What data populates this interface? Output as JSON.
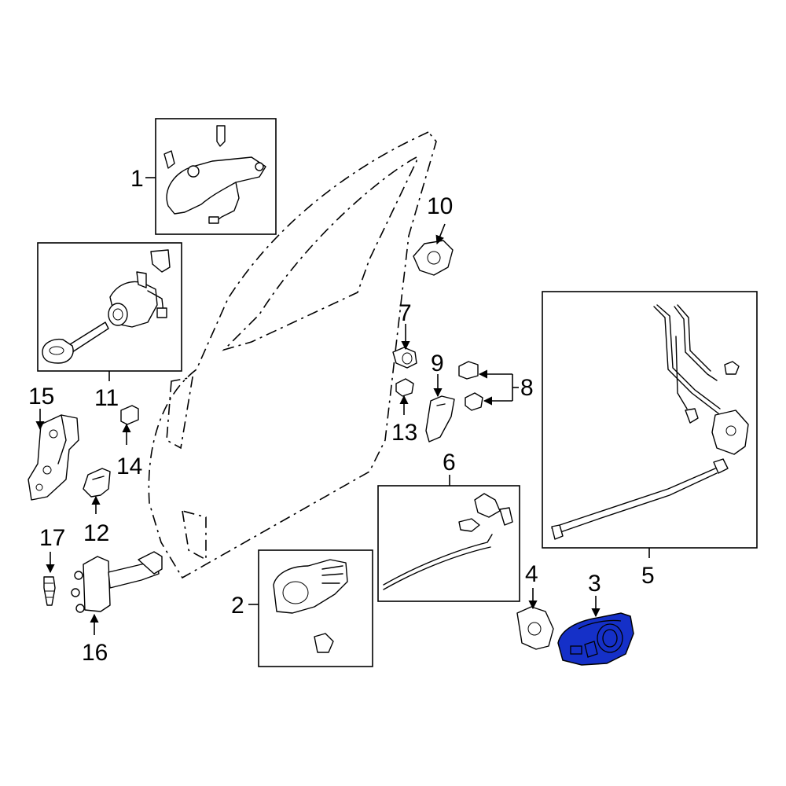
{
  "diagram": {
    "highlight_color": "#1530c8",
    "callouts": {
      "c1": "1",
      "c2": "2",
      "c3": "3",
      "c4": "4",
      "c5": "5",
      "c6": "6",
      "c7": "7",
      "c8": "8",
      "c9": "9",
      "c10": "10",
      "c11": "11",
      "c12": "12",
      "c13": "13",
      "c14": "14",
      "c15": "15",
      "c16": "16",
      "c17": "17"
    }
  }
}
